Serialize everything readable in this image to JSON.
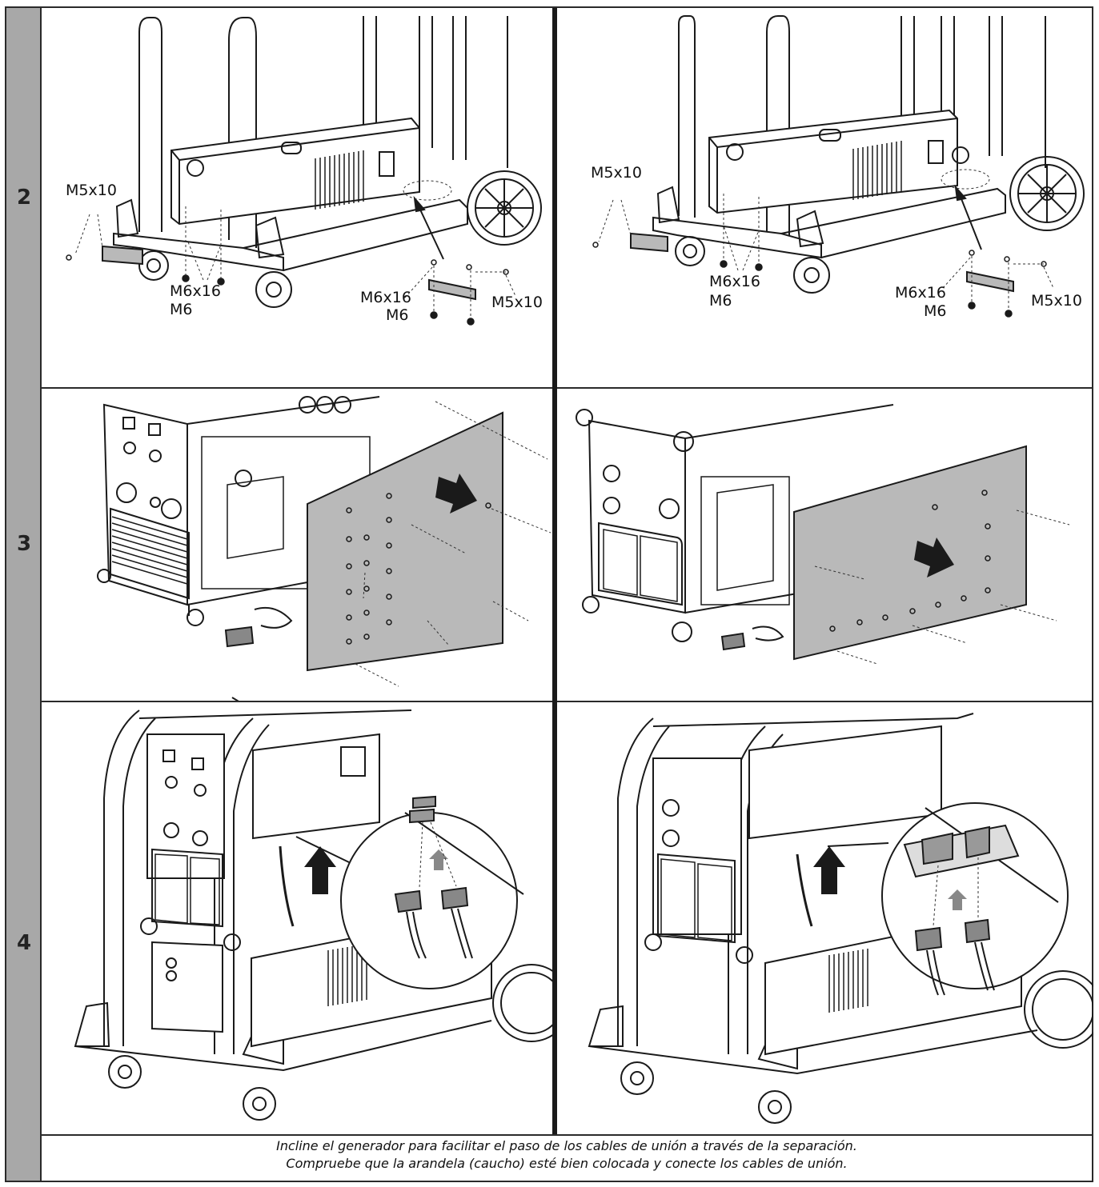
{
  "steps": [
    {
      "number": "2"
    },
    {
      "number": "3"
    },
    {
      "number": "4"
    }
  ],
  "step2": {
    "left": {
      "label_m5x10_a": "M5x10",
      "label_m6x16_a": "M6x16",
      "label_m6_a": "M6",
      "label_m6x16_b": "M6x16",
      "label_m6_b": "M6",
      "label_m5x10_b": "M5x10"
    },
    "right": {
      "label_m5x10_a": "M5x10",
      "label_m6x16_a": "M6x16",
      "label_m6_a": "M6",
      "label_m6x16_b": "M6x16",
      "label_m6_b": "M6",
      "label_m5x10_b": "M5x10"
    }
  },
  "caption": {
    "line1": "Incline el generador para facilitar el paso de los cables de unión a través de la separación.",
    "line2": "Compruebe que la arandela (caucho) esté bien colocada y conecte los cables de unión."
  },
  "colors": {
    "step_column": "#a8a8a8",
    "border": "#2a2a2a",
    "line_art": "#1a1a1a",
    "panel_fill": "#b9b9b9"
  }
}
